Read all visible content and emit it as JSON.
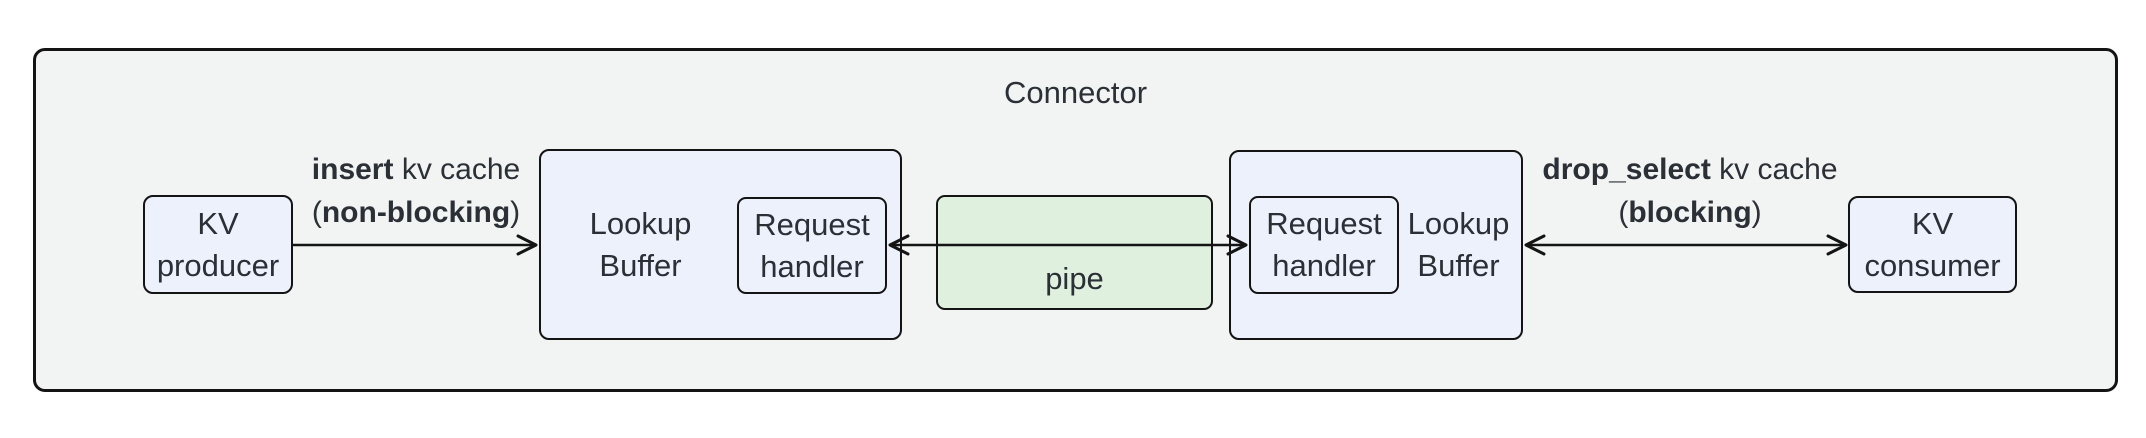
{
  "title": "Connector",
  "nodes": {
    "kv_producer": {
      "line1": "KV",
      "line2": "producer"
    },
    "lookup_buffer_left": {
      "line1": "Lookup",
      "line2": "Buffer"
    },
    "request_handler_left": {
      "line1": "Request",
      "line2": "handler"
    },
    "pipe": {
      "label": "pipe"
    },
    "request_handler_right": {
      "line1": "Request",
      "line2": "handler"
    },
    "lookup_buffer_right": {
      "line1": "Lookup",
      "line2": "Buffer"
    },
    "kv_consumer": {
      "line1": "KV",
      "line2": "consumer"
    }
  },
  "edges": {
    "insert": {
      "op": "insert",
      "rest": " kv cache",
      "open": "(",
      "mode": "non-blocking",
      "close": ")"
    },
    "drop_select": {
      "op": "drop_select",
      "rest": " kv cache",
      "open": "(",
      "mode": "blocking",
      "close": ")"
    }
  },
  "colors": {
    "frame_fill": "#f2f3f3",
    "node_fill": "#edf1fb",
    "pipe_fill": "#dff0df",
    "border": "#141414",
    "text": "#2b2f36"
  }
}
